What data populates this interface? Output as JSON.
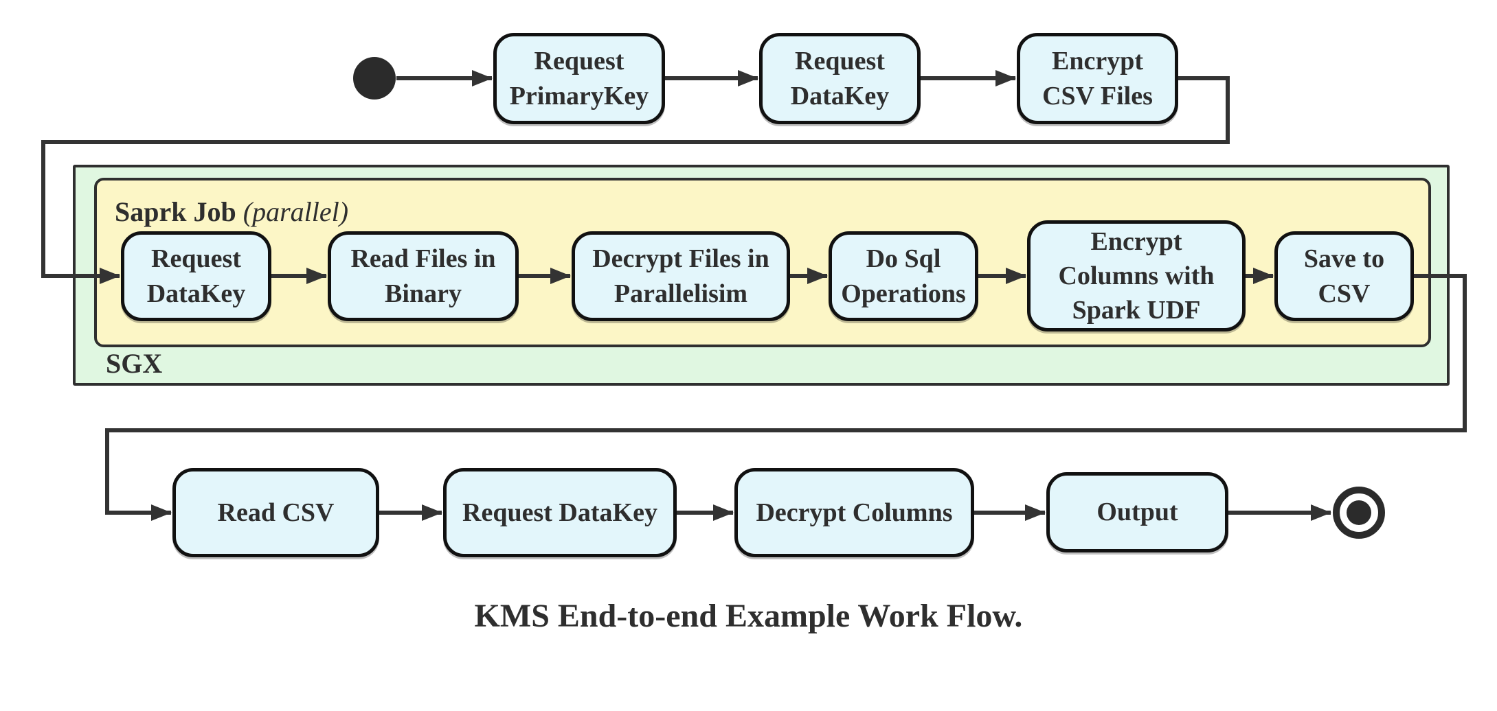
{
  "diagram": {
    "caption": "KMS End-to-end Example Work Flow.",
    "colors": {
      "node_fill": "#e3f6fb",
      "node_border": "#111111",
      "spark_fill": "#fcf6c6",
      "sgx_fill": "#e0f7e1",
      "container_border": "#2f2f2f",
      "edge": "#333333",
      "text": "#2e2e2e",
      "page_bg": "#ffffff"
    },
    "start_state": {
      "icon": "filled-circle-initial-state"
    },
    "final_state": {
      "icon": "double-circle-final-state"
    },
    "top_flow": [
      {
        "label": "Request\nPrimaryKey"
      },
      {
        "label": "Request\nDataKey"
      },
      {
        "label": "Encrypt\nCSV Files"
      }
    ],
    "sgx_container": {
      "label": "SGX",
      "spark_container": {
        "label": "Saprk Job",
        "qualifier": "(parallel)",
        "nodes": [
          {
            "label": "Request\nDataKey"
          },
          {
            "label": "Read Files in\nBinary"
          },
          {
            "label": "Decrypt Files in\nParallelisim"
          },
          {
            "label": "Do Sql\nOperations"
          },
          {
            "label": "Encrypt\nColumns with\nSpark UDF"
          },
          {
            "label": "Save to CSV"
          }
        ]
      }
    },
    "bottom_flow": [
      {
        "label": "Read CSV"
      },
      {
        "label": "Request DataKey"
      },
      {
        "label": "Decrypt Columns"
      },
      {
        "label": "Output"
      }
    ]
  }
}
